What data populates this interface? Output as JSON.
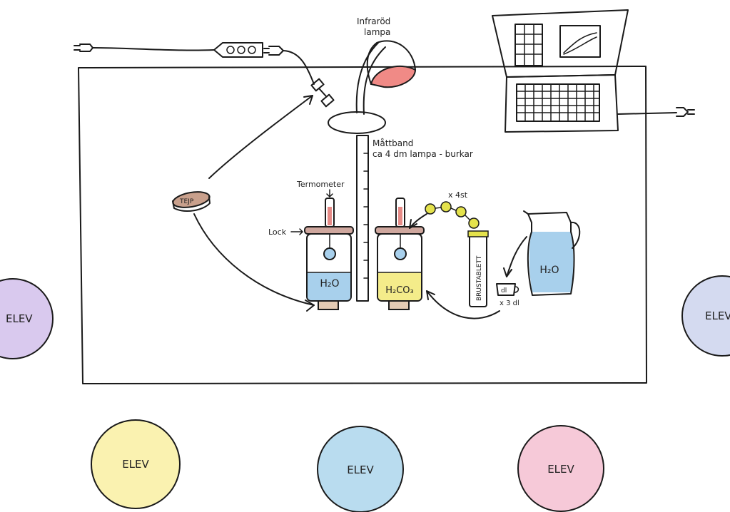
{
  "labels": {
    "lamp": [
      "Infraröd",
      "lampa"
    ],
    "tape_measure": [
      "Måttband",
      "ca 4 dm lampa - burkar"
    ],
    "thermometer": "Termometer",
    "lid": "Lock",
    "tablets_count": "x 4st",
    "tablet_tube": "BRUSTABLETT",
    "tape": "TEJP",
    "jar_left": "H₂O",
    "jar_right": "H₂CO₃",
    "pitcher": "H₂O",
    "cup": "dl",
    "cup_count": "x 3 dl"
  },
  "students": [
    "ELEV",
    "ELEV",
    "ELEV",
    "ELEV",
    "ELEV"
  ],
  "colors": {
    "lamp_shade": "#f08a86",
    "water": "#a8d0ec",
    "carbonic": "#f4ec8a",
    "lid": "#cfa79e",
    "tablet": "#e4e24c",
    "tape": "#c9a08c",
    "student_purple": "#d9c9ee",
    "student_yellow": "#faf2b0",
    "student_blue": "#b9dcef",
    "student_pink": "#f6c9d8",
    "student_lavender": "#d4daf0"
  }
}
